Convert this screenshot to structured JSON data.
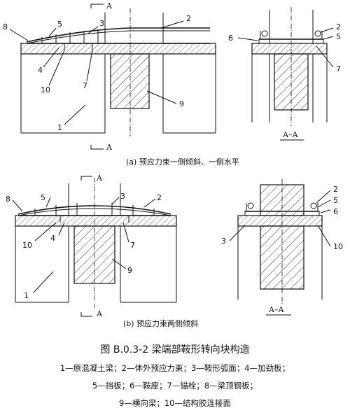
{
  "section_marks": {
    "a_top": "A",
    "a_bottom": "A",
    "b_top": "A",
    "b_bottom": "A"
  },
  "labels_a_left": [
    "8",
    "5",
    "3",
    "2",
    "4",
    "10",
    "7",
    "9",
    "1"
  ],
  "labels_a_right": [
    "6",
    "2",
    "5",
    "7"
  ],
  "labels_b_left": [
    "8",
    "5",
    "3",
    "2",
    "10",
    "4",
    "7",
    "9",
    "1"
  ],
  "labels_b_right": [
    "2",
    "5",
    "6",
    "3",
    "10"
  ],
  "section_title_a": "A–A",
  "section_title_b": "A–A",
  "caption_a": "(a) 预应力束一侧倾斜、一侧水平",
  "caption_b": "(b) 预应力束两侧倾斜",
  "figure_title": "图 B.0.3-2   梁端部鞍形转向块构造",
  "legend_lines": [
    "1—原混凝土梁；2—体外预应力束；3—鞍形弧面；4—加劲板；",
    "5—挡板；6—鞍座；7—锚栓；8—梁顶钢板；",
    "9—横向梁；10—结构胶连接面"
  ]
}
